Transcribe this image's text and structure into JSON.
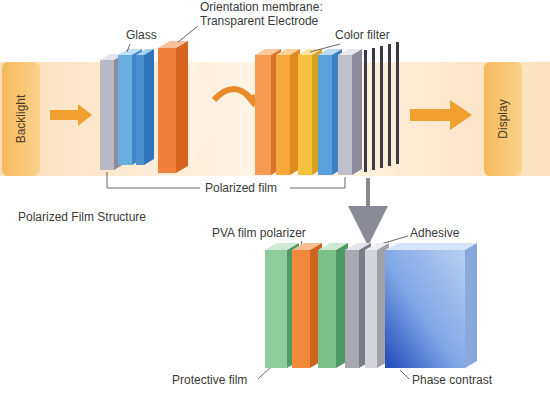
{
  "diagram": {
    "nodes": [
      {
        "text": [
          "Backlight"
        ]
      },
      {
        "text": [
          "Display"
        ]
      }
    ],
    "labels": [
      "Glass",
      "Orientation membrane: Transparent Electrode",
      "Color filter",
      "Polarized film",
      "Polarized Film Structure",
      "PVA film polarizer",
      "Adhesive",
      "Protective film",
      "Phase contrast"
    ]
  }
}
